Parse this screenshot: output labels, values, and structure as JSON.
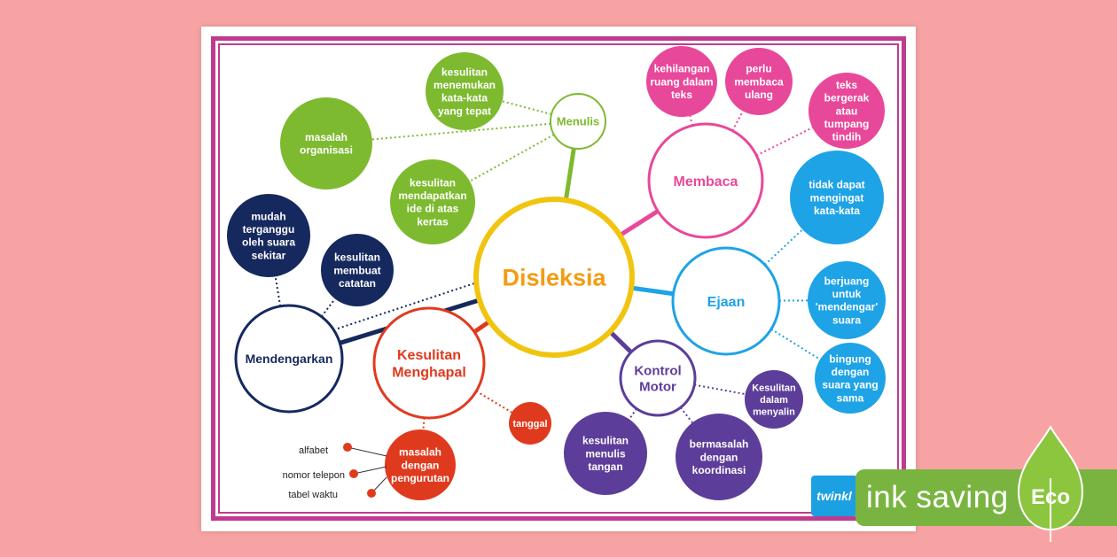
{
  "center": {
    "label": "Disleksia",
    "color": "#f1c40f"
  },
  "categories": [
    {
      "id": "menulis",
      "label": "Menulis",
      "color": "#7dba2f"
    },
    {
      "id": "membaca",
      "label": "Membaca",
      "color": "#e8489a"
    },
    {
      "id": "ejaan",
      "label": "Ejaan",
      "color": "#1ea3e6"
    },
    {
      "id": "kontrol",
      "label": "Kontrol Motor",
      "color": "#5c3d99"
    },
    {
      "id": "menghapal",
      "label": "Kesulitan Menghapal",
      "color": "#e03a1e"
    },
    {
      "id": "mendengarkan",
      "label": "Mendengarkan",
      "color": "#15295e"
    }
  ],
  "details": {
    "menulis": [
      "kesulitan menemukan kata-kata yang tepat",
      "masalah organisasi",
      "kesulitan mendapatkan ide di atas kertas"
    ],
    "membaca": [
      "kehilangan ruang dalam teks",
      "perlu membaca ulang",
      "teks bergerak atau tumpang tindih"
    ],
    "ejaan": [
      "tidak dapat mengingat kata-kata",
      "berjuang untuk 'mendengar' suara",
      "bingung dengan suara yang sama"
    ],
    "kontrol": [
      "Kesulitan dalam menyalin",
      "kesulitan menulis tangan",
      "bermasalah dengan koordinasi"
    ],
    "menghapal": [
      "tanggal",
      "masalah dengan pengurutan"
    ],
    "mendengarkan": [
      "mudah terganggu oleh suara sekitar",
      "kesulitan membuat catatan"
    ]
  },
  "pengurutan_examples": [
    "alfabet",
    "nomor telepon",
    "tabel waktu"
  ],
  "branding": {
    "logo_text": "twinkl",
    "eco_label": "ink saving",
    "eco_word": "Eco",
    "eco_color": "#79b441"
  }
}
